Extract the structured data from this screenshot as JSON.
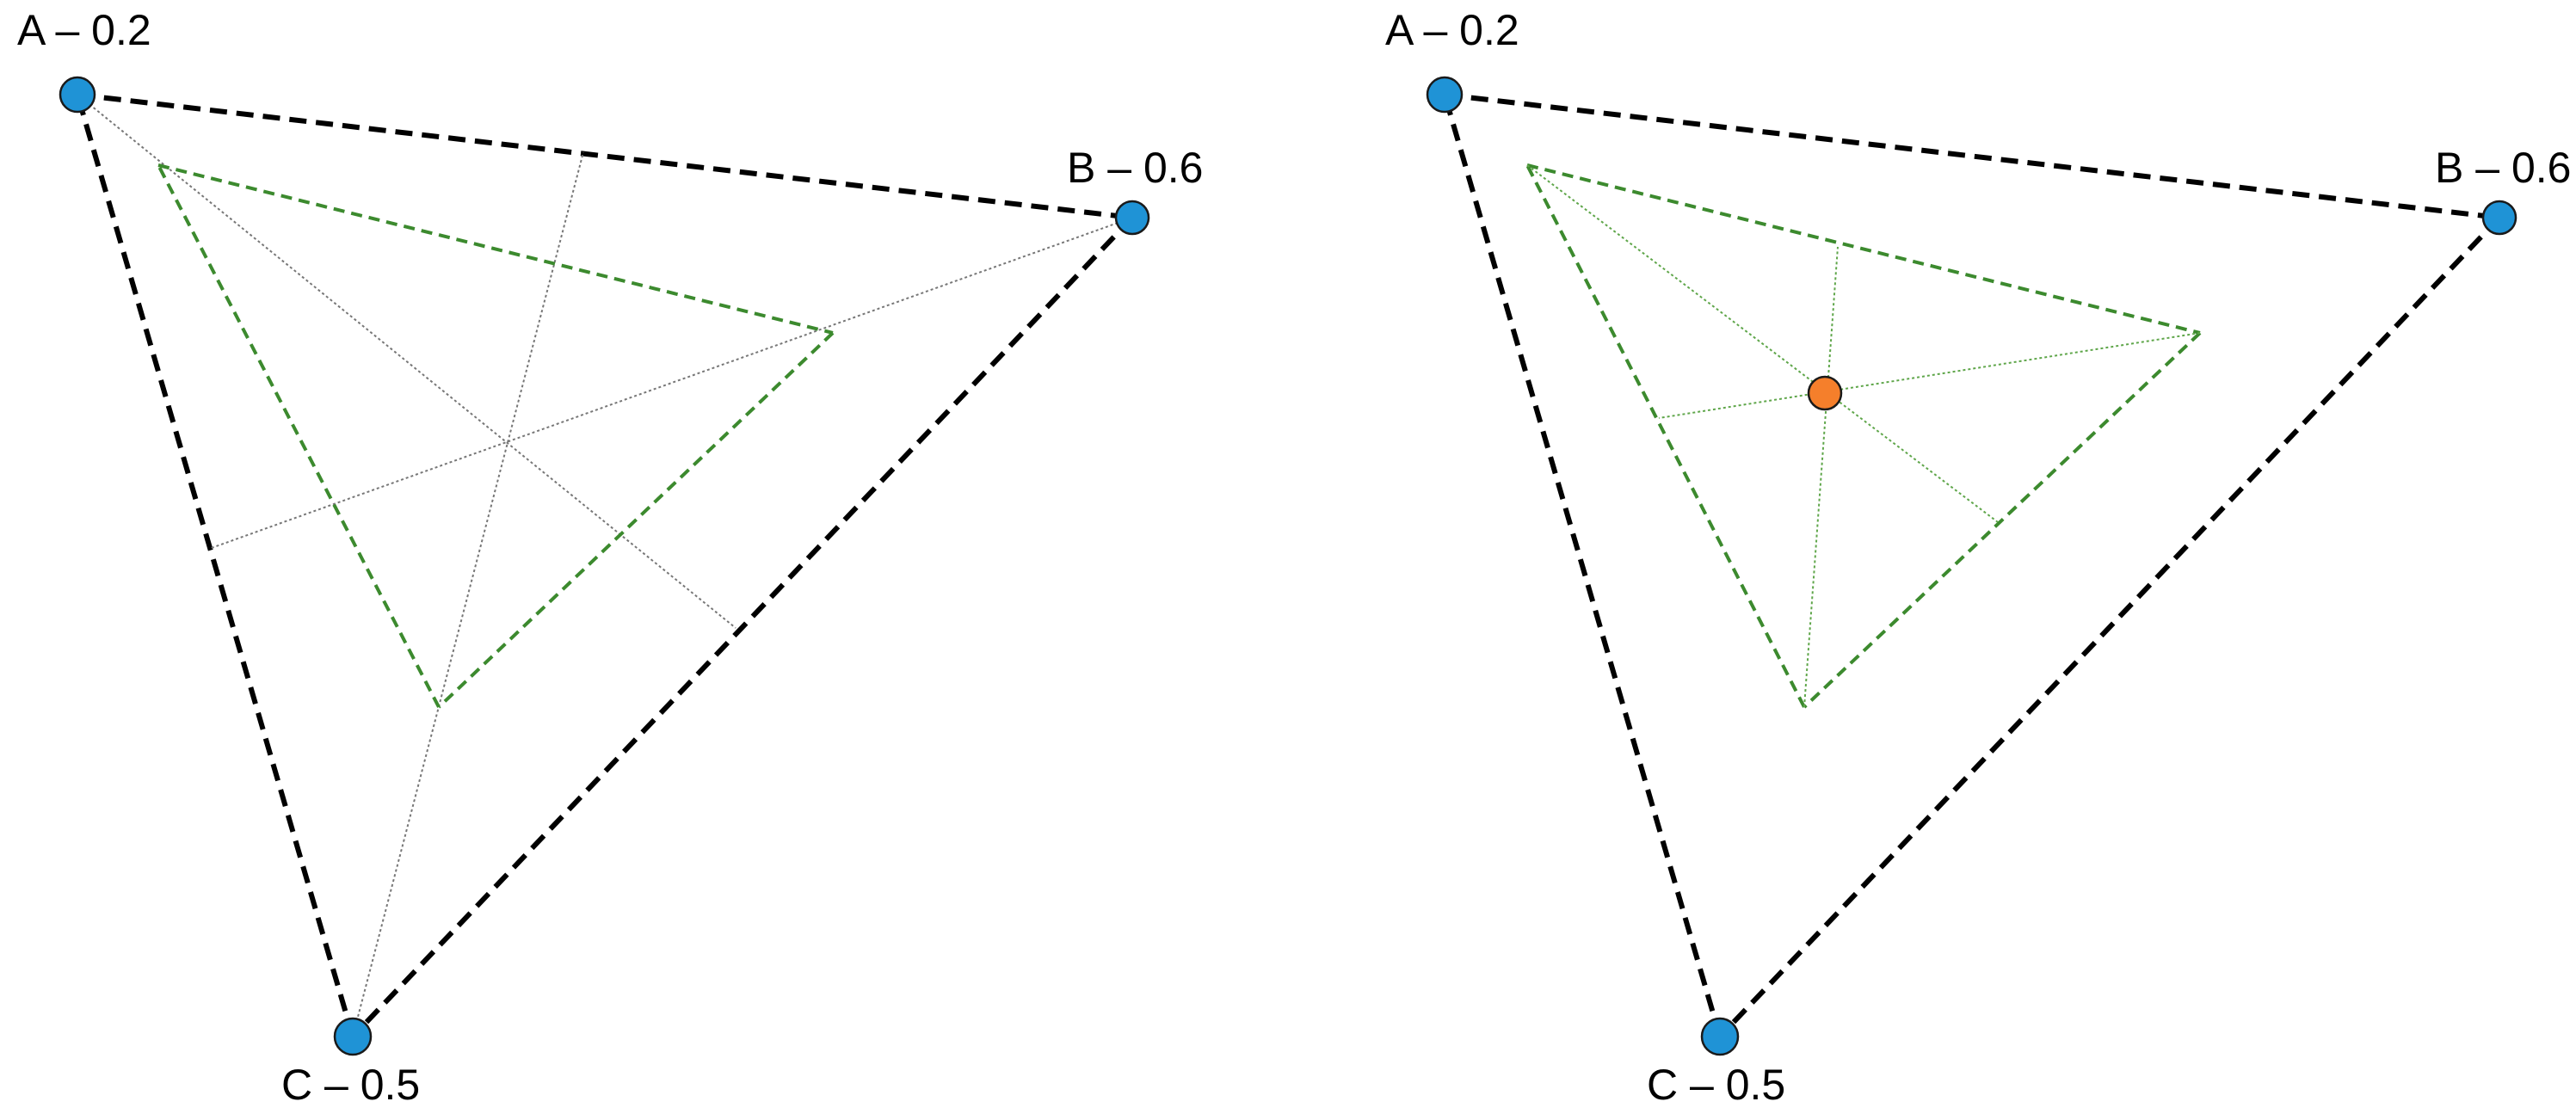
{
  "panels": [
    {
      "id": "left",
      "vertices": {
        "A": {
          "label": "A – 0.2"
        },
        "B": {
          "label": "B – 0.6"
        },
        "C": {
          "label": "C – 0.5"
        }
      }
    },
    {
      "id": "right",
      "vertices": {
        "A": {
          "label": "A – 0.2"
        },
        "B": {
          "label": "B – 0.6"
        },
        "C": {
          "label": "C – 0.5"
        }
      }
    }
  ],
  "colors": {
    "outer_edge": "#000000",
    "inner_edge": "#3c8a2e",
    "vertex_fill": "#1f93d6",
    "centroid_fill": "#f57f2b",
    "guide_line_left": "#777777",
    "guide_line_right": "#5fa64a"
  }
}
